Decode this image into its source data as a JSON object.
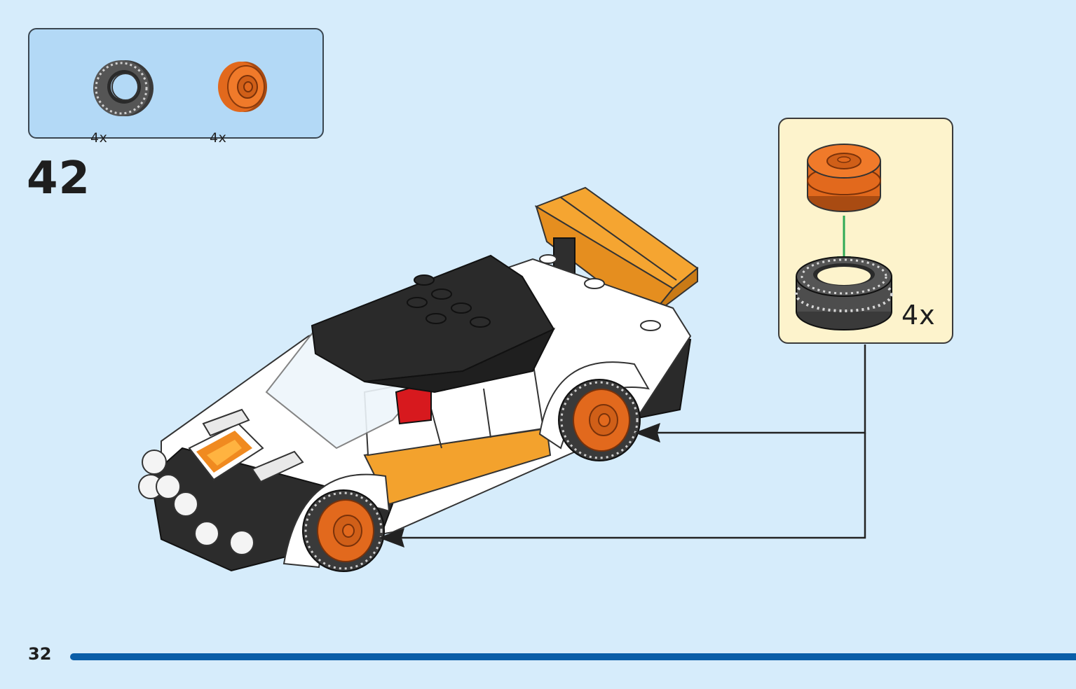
{
  "step": {
    "number": "42"
  },
  "parts_list": {
    "items": [
      {
        "part": "tire",
        "icon": "tire-icon",
        "quantity": "4x",
        "color": "#4a4a4a"
      },
      {
        "part": "wheel-rim",
        "icon": "wheel-rim-icon",
        "quantity": "4x",
        "color": "#e2691d"
      }
    ]
  },
  "subassembly": {
    "quantity": "4x",
    "arrow_color": "#2faa55"
  },
  "colors": {
    "background": "#d6ecfb",
    "parts_box": "#b3d9f6",
    "subassembly_box": "#fdf3cc",
    "page_bar": "#0a5ea8",
    "accent_orange": "#f5a531"
  },
  "footer": {
    "page_number": "32"
  }
}
